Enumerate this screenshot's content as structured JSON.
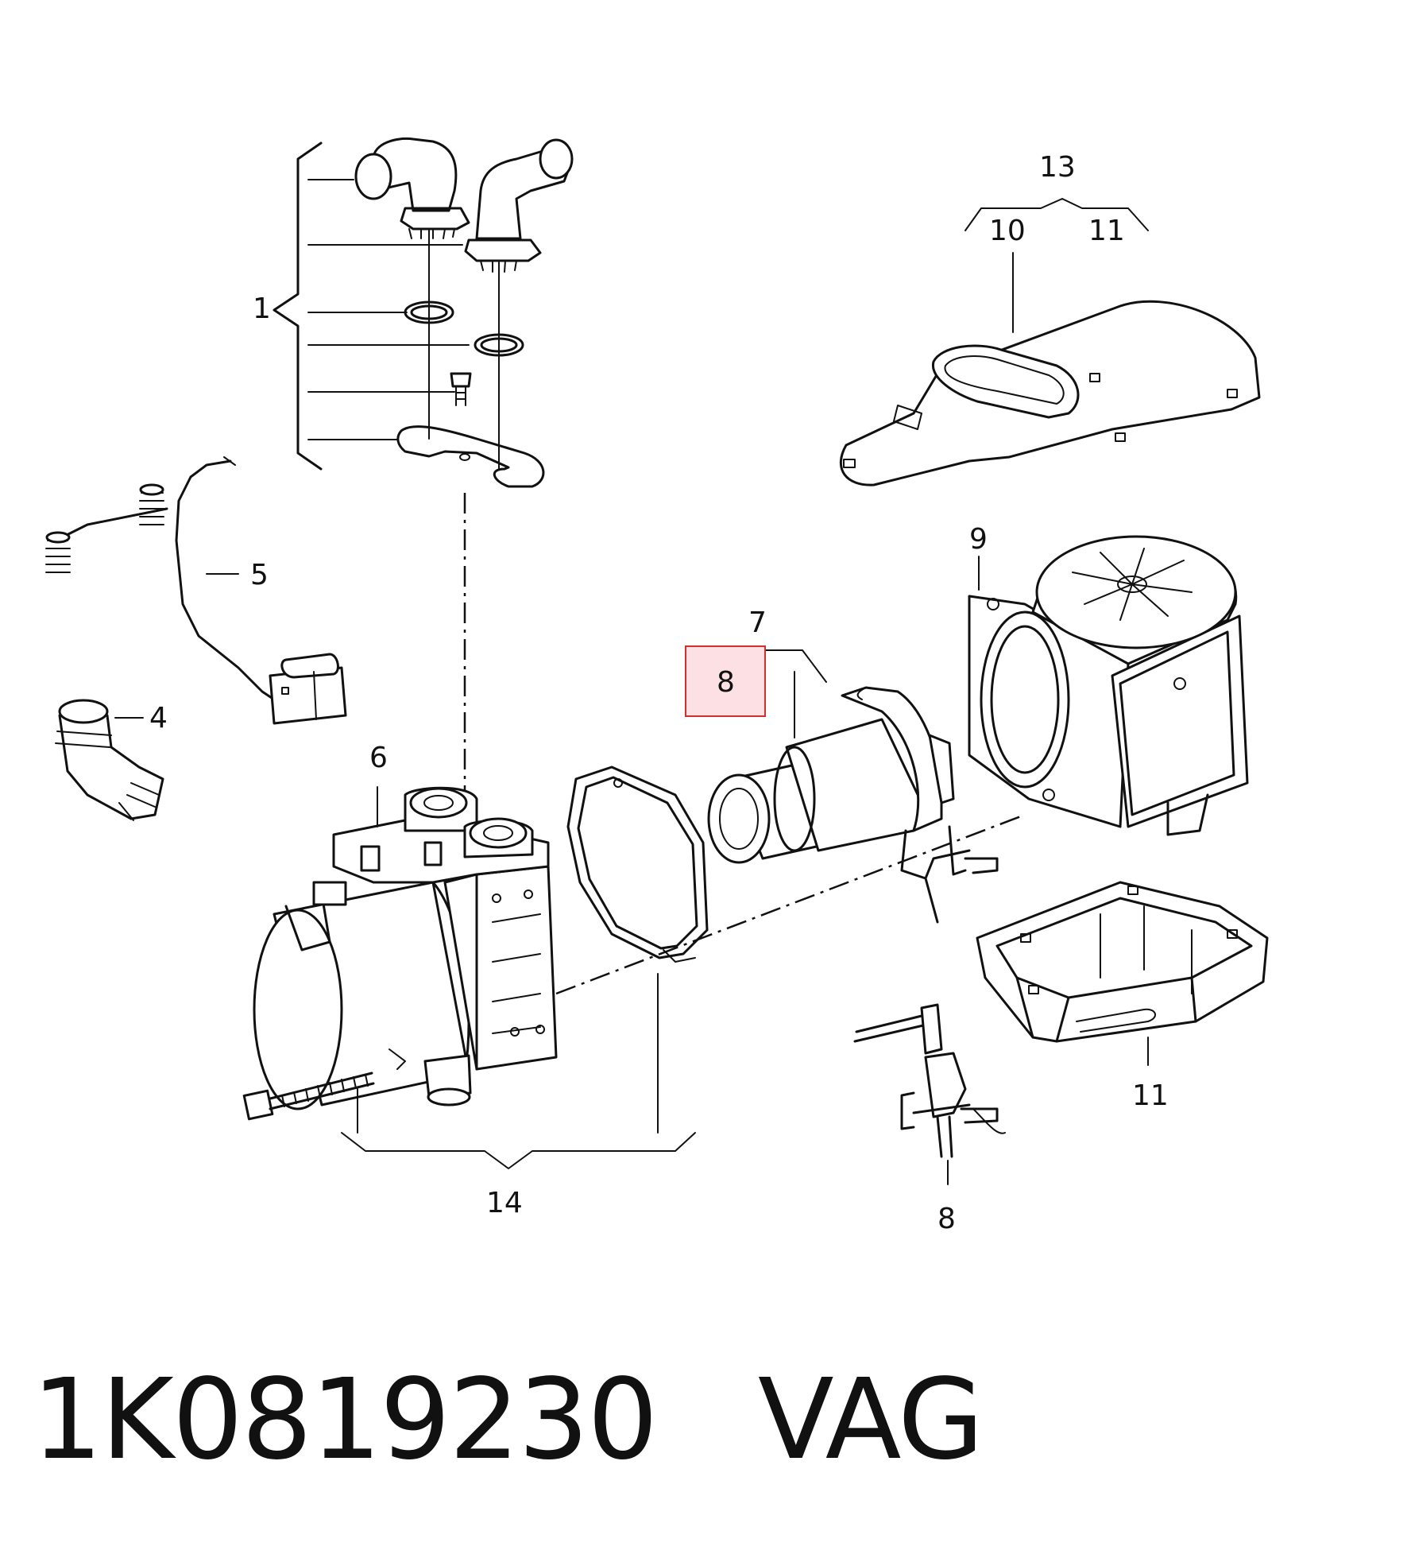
{
  "callouts": {
    "c1": "1",
    "c4": "4",
    "c5": "5",
    "c6": "6",
    "c7": "7",
    "c8_highlight": "8",
    "c8_bottom": "8",
    "c9": "9",
    "c10": "10",
    "c11_top": "11",
    "c11_bottom": "11",
    "c13": "13",
    "c14": "14"
  },
  "highlight": {
    "target_label": "8",
    "color": "#d32f2f",
    "fill": "#fde0e4"
  },
  "caption": {
    "part_number": "1K0819230",
    "brand": "VAG"
  }
}
